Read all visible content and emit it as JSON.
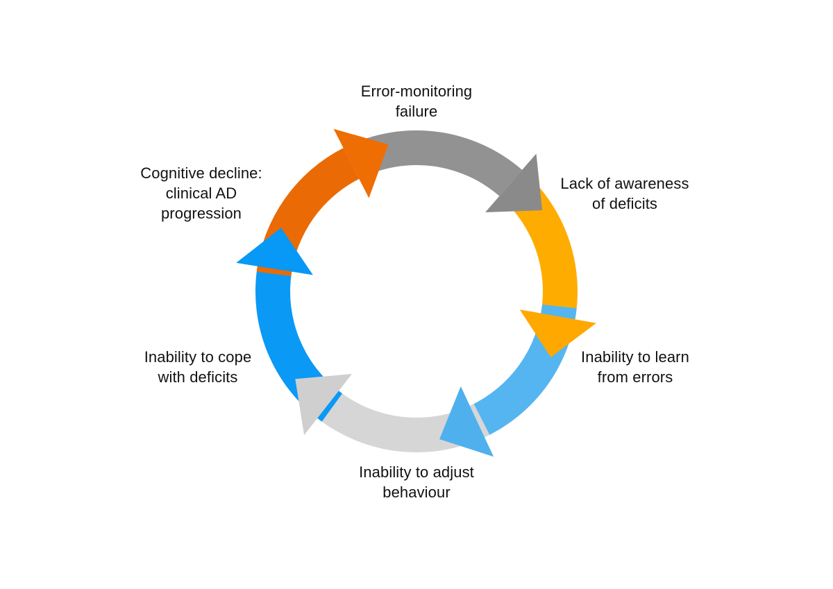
{
  "diagram": {
    "stages": [
      {
        "lines": [
          "Error-monitoring",
          "failure"
        ],
        "color": "#929292",
        "head_color": "#8a8a8a"
      },
      {
        "lines": [
          "Lack of awareness",
          "of deficits"
        ],
        "color": "#FFAC00",
        "head_color": "#FFA800"
      },
      {
        "lines": [
          "Inability to learn",
          "from errors"
        ],
        "color": "#55B5F0",
        "head_color": "#4FB0EE"
      },
      {
        "lines": [
          "Inability to adjust",
          "behaviour"
        ],
        "color": "#D6D6D6",
        "head_color": "#CFCFCF"
      },
      {
        "lines": [
          "Inability to cope",
          "with deficits"
        ],
        "color": "#0A99F5",
        "head_color": "#0898F5"
      },
      {
        "lines": [
          "Cognitive decline:",
          "clinical AD",
          "progression"
        ],
        "color": "#EA6B05",
        "head_color": "#EE6E04"
      }
    ],
    "direction": "clockwise"
  }
}
